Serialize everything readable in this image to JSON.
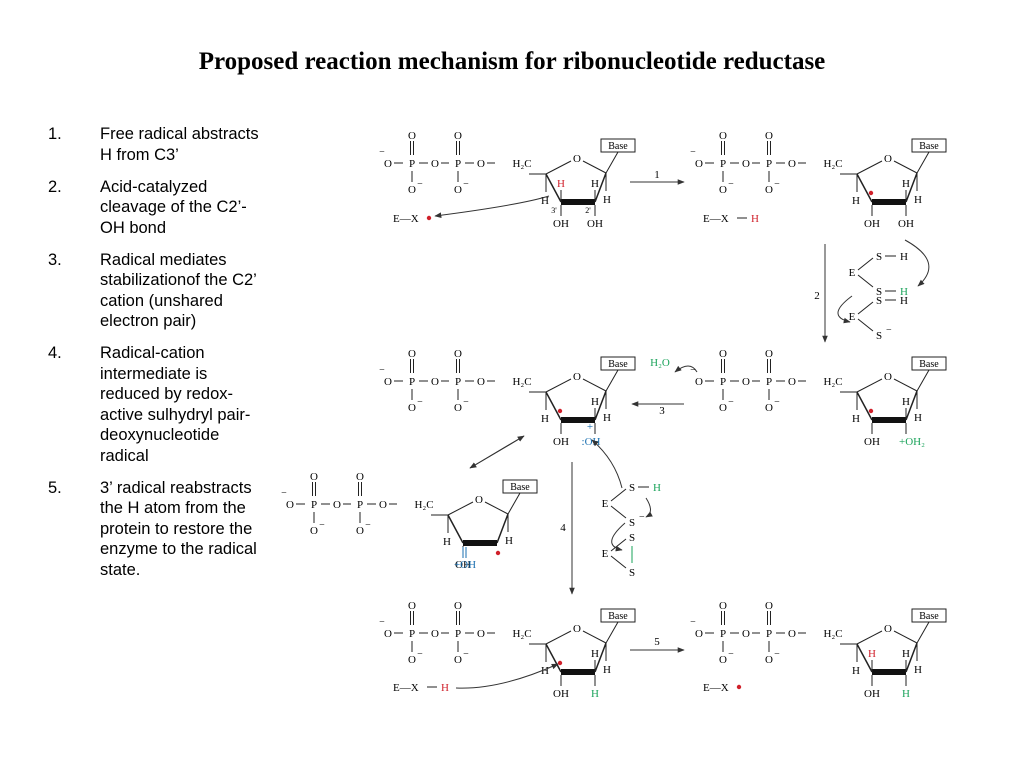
{
  "title": "Proposed reaction mechanism for ribonucleotide reductase",
  "steps": [
    {
      "number": "1.",
      "text": "Free radical abstracts H from C3’"
    },
    {
      "number": "2.",
      "text": "Acid-catalyzed cleavage of the C2’-OH bond"
    },
    {
      "number": "3.",
      "text": "Radical mediates stabilizationof the C2’ cation (unshared electron pair)"
    },
    {
      "number": "4.",
      "text": "Radical-cation intermediate is reduced by redox-active sulhydryl pair-deoxynucleotide radical"
    },
    {
      "number": "5.",
      "text": "3’ radical reabstracts the H atom from the protein to restore the enzyme to the radical state."
    }
  ],
  "diagram": {
    "labels": {
      "base": "Base",
      "o": "O",
      "p": "P",
      "o_minus": "O",
      "minus": "−",
      "h": "H",
      "h2c": "H₂C",
      "oh": "OH",
      "plus": "+",
      "oh2": "OH₂",
      "h2o": "H₂O",
      "ex": "E—X",
      "s": "S",
      "e": "E",
      "prime3": "3'",
      "prime2": "2'",
      "radical_dot": "•",
      "lone_pair": ":"
    },
    "step_labels": [
      "1",
      "2",
      "3",
      "4",
      "5"
    ],
    "colors": {
      "radical": "#d0202a",
      "hydrogen_red": "#d0202a",
      "hydrogen_green": "#1aa35a",
      "hydroxyl_blue": "#1a6fb0",
      "black": "#000000"
    }
  }
}
